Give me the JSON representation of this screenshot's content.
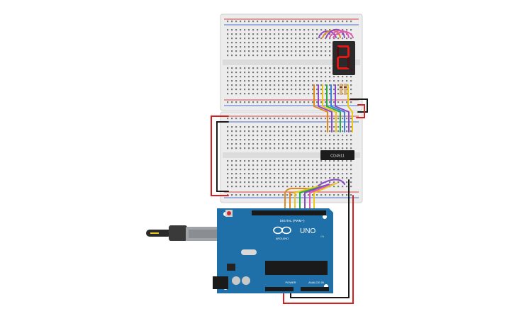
{
  "display": {
    "digit": "2",
    "segment_color": "#e01818",
    "body_color": "#2a2a2a"
  },
  "chip": {
    "label": "CD4511",
    "color": "#1c1c1c"
  },
  "arduino": {
    "logo_text": "ARDUINO",
    "model": "UNO",
    "digital_label": "DIGITAL (PWM~)",
    "power_label": "POWER",
    "analog_label": "ANALOG IN",
    "on_label": "ON",
    "board_color": "#1f6fa8"
  },
  "usb": {
    "cable_color": "#2a2a2a"
  },
  "breadboard": {
    "body_color": "#e9e9e9",
    "rail_red": "#d94444",
    "rail_blue": "#4a6fd0"
  },
  "wires": {
    "red": "#d62020",
    "black": "#1a1a1a",
    "orange": "#e08a1e",
    "yellow": "#e8c81c",
    "green": "#2aa84a",
    "blue": "#3a7fd8",
    "purple": "#8a4ac8",
    "pink": "#e05ab0"
  }
}
